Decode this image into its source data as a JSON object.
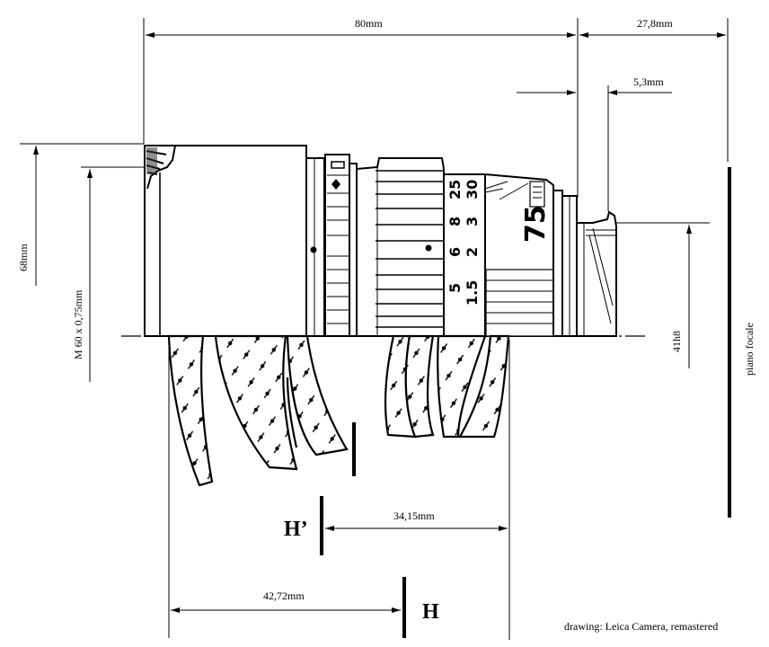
{
  "dimensions": {
    "total_length": "80mm",
    "flange_distance": "27,8mm",
    "bayonet_depth": "5,3mm",
    "diameter": "68mm",
    "filter_thread": "M 60 x 0,75mm",
    "mount_diameter": "41h8",
    "rear_principal_distance": "34,15mm",
    "front_principal_distance": "42,72mm"
  },
  "labels": {
    "focal_plane": "piano focale",
    "principal_plane_rear": "H’",
    "principal_plane_front": "H",
    "credit": "drawing: Leica Camera, remastered"
  },
  "lens_scale": {
    "focal_length": "75",
    "distances_top": [
      "25",
      "30"
    ],
    "distances_mid": [
      "8",
      "3"
    ],
    "distances_low": [
      "6",
      "2"
    ],
    "distances_bottom": [
      "5",
      "1.5"
    ]
  }
}
